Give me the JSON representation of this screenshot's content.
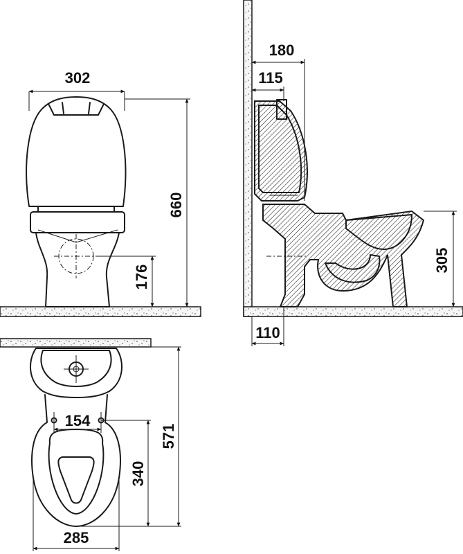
{
  "dimensions": {
    "front": {
      "width": "302",
      "height": "660",
      "drain_height": "176"
    },
    "side": {
      "top_depth": "180",
      "tank_inner": "115",
      "bowl_height": "305",
      "wall_offset": "110"
    },
    "top": {
      "bolt_spacing": "154",
      "bowl_length": "340",
      "total_length": "571",
      "width": "285"
    }
  }
}
